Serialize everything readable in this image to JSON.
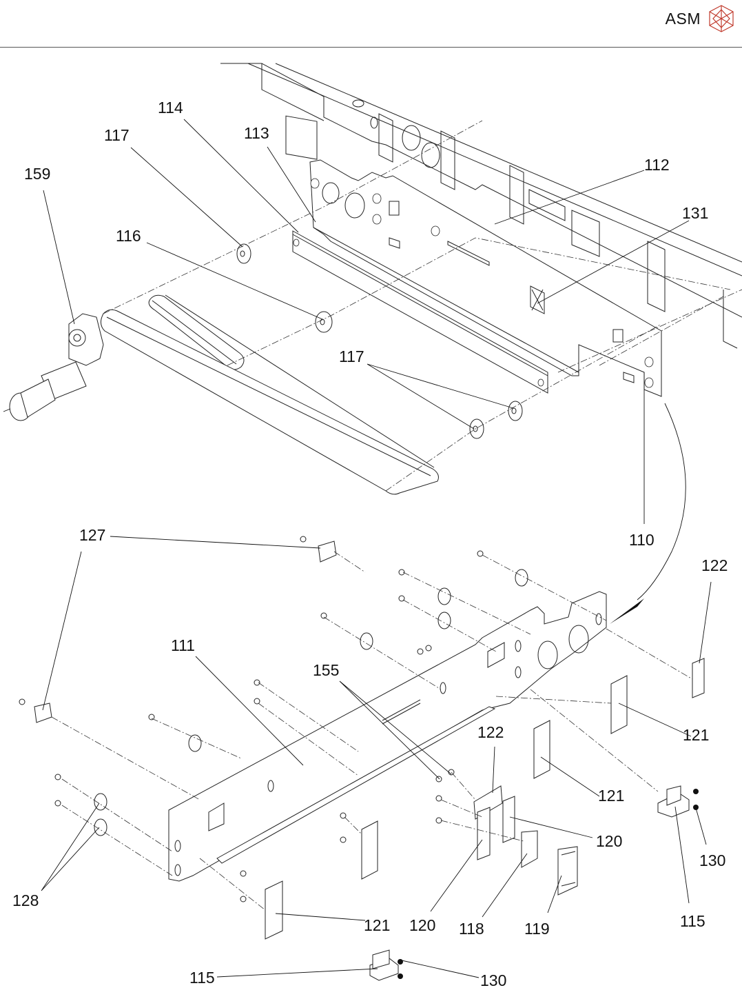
{
  "header": {
    "brand": "ASM",
    "logo_icon": "polyhedron-logo-icon",
    "logo_color": "#c0392b"
  },
  "diagram": {
    "type": "exploded-view parts diagram",
    "callouts": [
      {
        "id": "c159",
        "label": "159"
      },
      {
        "id": "c117a",
        "label": "117"
      },
      {
        "id": "c114",
        "label": "114"
      },
      {
        "id": "c113",
        "label": "113"
      },
      {
        "id": "c116",
        "label": "116"
      },
      {
        "id": "c112",
        "label": "112"
      },
      {
        "id": "c131",
        "label": "131"
      },
      {
        "id": "c117b",
        "label": "117"
      },
      {
        "id": "c110",
        "label": "110"
      },
      {
        "id": "c127",
        "label": "127"
      },
      {
        "id": "c122a",
        "label": "122"
      },
      {
        "id": "c111",
        "label": "111"
      },
      {
        "id": "c155",
        "label": "155"
      },
      {
        "id": "c121a",
        "label": "121"
      },
      {
        "id": "c122b",
        "label": "122"
      },
      {
        "id": "c121b",
        "label": "121"
      },
      {
        "id": "c120a",
        "label": "120"
      },
      {
        "id": "c130a",
        "label": "130"
      },
      {
        "id": "c128",
        "label": "128"
      },
      {
        "id": "c121c",
        "label": "121"
      },
      {
        "id": "c120b",
        "label": "120"
      },
      {
        "id": "c118",
        "label": "118"
      },
      {
        "id": "c119",
        "label": "119"
      },
      {
        "id": "c115a",
        "label": "115"
      },
      {
        "id": "c115b",
        "label": "115"
      },
      {
        "id": "c130b",
        "label": "130"
      }
    ]
  }
}
